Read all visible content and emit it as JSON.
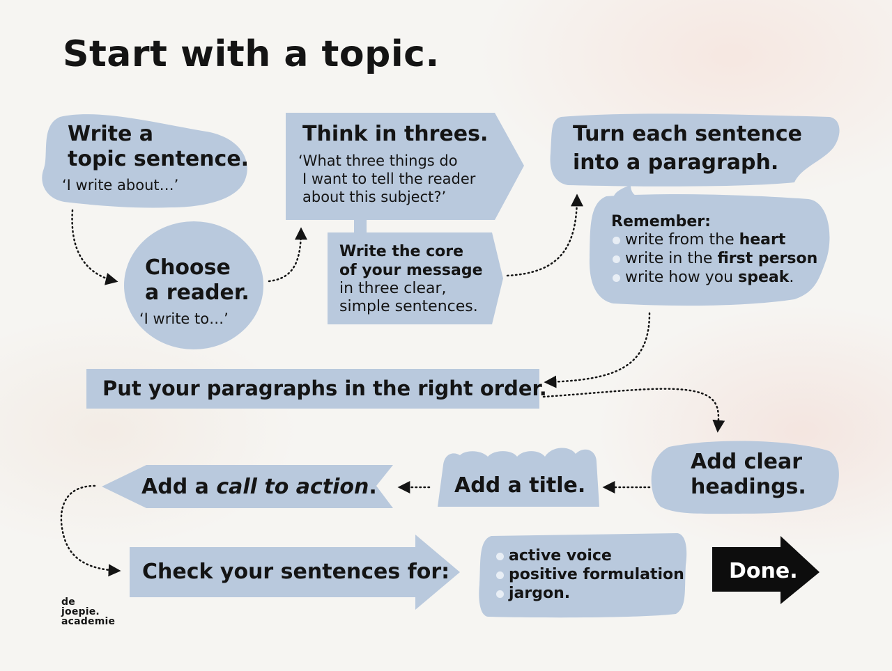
{
  "title": "Start with a topic.",
  "colors": {
    "shape_fill": "#b9c9dd",
    "arrow": "#141414",
    "done_fill": "#0d0d0d",
    "text": "#141414"
  },
  "steps": {
    "topic": {
      "heading": "Write a topic sentence.",
      "line1": "Write a",
      "line2": "topic sentence.",
      "quote": "‘I write about…’"
    },
    "reader": {
      "line1": "Choose",
      "line2": "a reader.",
      "quote": "‘I write to…’"
    },
    "threes": {
      "heading": "Think in threes.",
      "q1": "‘What three things do",
      "q2": "I want to tell the reader",
      "q3": "about this subject?’"
    },
    "core": {
      "l1": "Write the core",
      "l2": "of your message",
      "l3": "in three clear,",
      "l4": "simple sentences."
    },
    "paragraph": {
      "line1": "Turn each sentence",
      "line2": "into a paragraph."
    },
    "remember": {
      "heading": "Remember:",
      "items": [
        {
          "pre": "write from the ",
          "bold": "heart",
          "post": ""
        },
        {
          "pre": "write in the ",
          "bold": "first person",
          "post": ""
        },
        {
          "pre": "write how you ",
          "bold": "speak",
          "post": "."
        }
      ]
    },
    "order": {
      "text": "Put your paragraphs in the right order."
    },
    "headings": {
      "line1": "Add clear",
      "line2": "headings."
    },
    "add_title": {
      "text": "Add a title."
    },
    "cta": {
      "pre": "Add a ",
      "italic": "call to action",
      "post": "."
    },
    "check": {
      "text": "Check your sentences for:"
    },
    "check_items": [
      "active voice",
      "positive formulation",
      "jargon."
    ],
    "done": {
      "text": "Done."
    }
  },
  "logo": {
    "l1": "de",
    "l2": "joepie.",
    "l3": "academie"
  }
}
